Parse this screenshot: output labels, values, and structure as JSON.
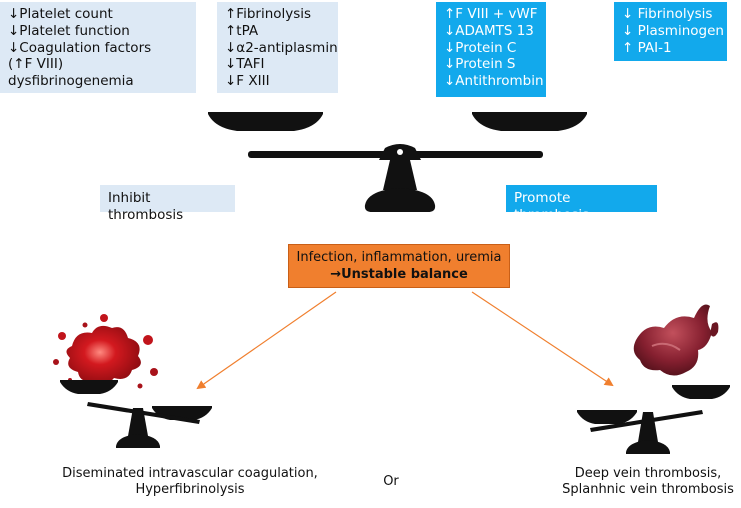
{
  "top_left_box": {
    "lines": [
      "↓Platelet count",
      "↓Platelet function",
      "↓Coagulation factors",
      "(↑F VIII)",
      "dysfibrinogenemia"
    ]
  },
  "top_mid_box": {
    "lines": [
      "↑Fibrinolysis",
      "↑tPA",
      "↓α2-antiplasmin",
      "↓TAFI",
      "↓F XIII"
    ]
  },
  "top_right_box1": {
    "lines": [
      "↑F VIII + vWF",
      "↓ADAMTS 13",
      "↓Protein C",
      "↓Protein S",
      "↓Antithrombin"
    ]
  },
  "top_right_box2": {
    "lines": [
      "↓ Fibrinolysis",
      "↓ Plasminogen",
      "↑ PAI-1"
    ]
  },
  "inhibit_label": "Inhibit thrombosis",
  "promote_label": "Promote thrombosis",
  "center_box": {
    "line1": "Infection, inflammation, uremia",
    "line2": "→Unstable balance"
  },
  "captions": {
    "left": [
      "Diseminated intravascular coagulation,",
      "Hyperfibrinolysis"
    ],
    "or": "Or",
    "right": [
      "Deep vein thrombosis,",
      "Splanhnic vein thrombosis"
    ]
  },
  "colors": {
    "light_box": "#dde9f5",
    "blue_box": "#12a9ec",
    "orange_box": "#f07f2e",
    "arrow": "#f07f2e",
    "scale": "#111111",
    "blood": "#b3131a",
    "clot": "#8a1f2a"
  },
  "icons": [
    "balance-scale-icon",
    "tilted-left-scale-icon",
    "tilted-right-scale-icon",
    "blood-splatter-icon",
    "blood-clot-icon"
  ]
}
